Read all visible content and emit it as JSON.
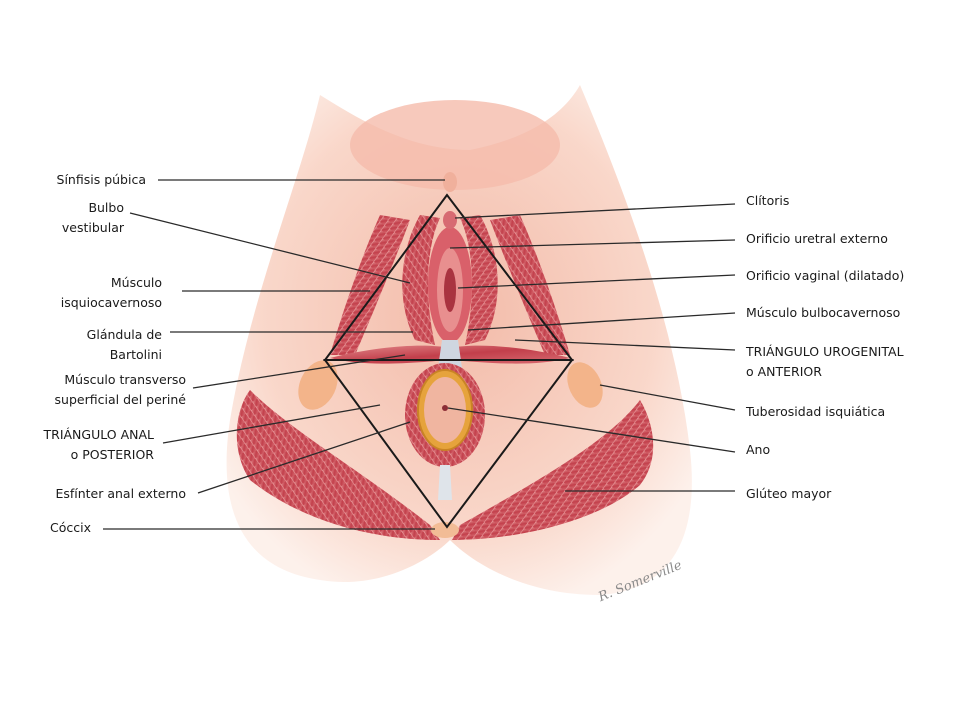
{
  "labels_left": [
    {
      "id": "sinfisis",
      "text": "Sínfisis púbica"
    },
    {
      "id": "bulbo",
      "lines": [
        "Bulbo",
        "vestibular"
      ]
    },
    {
      "id": "isquio",
      "lines": [
        "Músculo",
        "isquiocavernoso"
      ]
    },
    {
      "id": "bartolini",
      "lines": [
        "Glándula de",
        "Bartolini"
      ]
    },
    {
      "id": "transverso",
      "lines": [
        "Músculo transverso",
        "superficial del periné"
      ]
    },
    {
      "id": "anal",
      "lines": [
        "TRIÁNGULO ANAL",
        "o POSTERIOR"
      ]
    },
    {
      "id": "esfinter",
      "text": "Esfínter anal externo"
    },
    {
      "id": "coccix",
      "text": "Cóccix"
    }
  ],
  "labels_right": [
    {
      "id": "clitoris",
      "text": "Clítoris"
    },
    {
      "id": "uretral",
      "text": "Orificio uretral externo"
    },
    {
      "id": "vaginal",
      "text": "Orificio vaginal (dilatado)"
    },
    {
      "id": "bulbocav",
      "text": "Músculo bulbocavernoso"
    },
    {
      "id": "urogenital",
      "lines": [
        "TRIÁNGULO UROGENITAL",
        "o ANTERIOR"
      ]
    },
    {
      "id": "tuberosidad",
      "text": "Tuberosidad isquiática"
    },
    {
      "id": "ano",
      "text": "Ano"
    },
    {
      "id": "gluteo",
      "text": "Glúteo mayor"
    }
  ],
  "signature": "R. Somerville",
  "colors": {
    "skin": "#f7c9b8",
    "skin_dark": "#e9a08c",
    "muscle": "#c8434f",
    "muscle_light": "#e07a80",
    "line": "#2a2a2a"
  }
}
